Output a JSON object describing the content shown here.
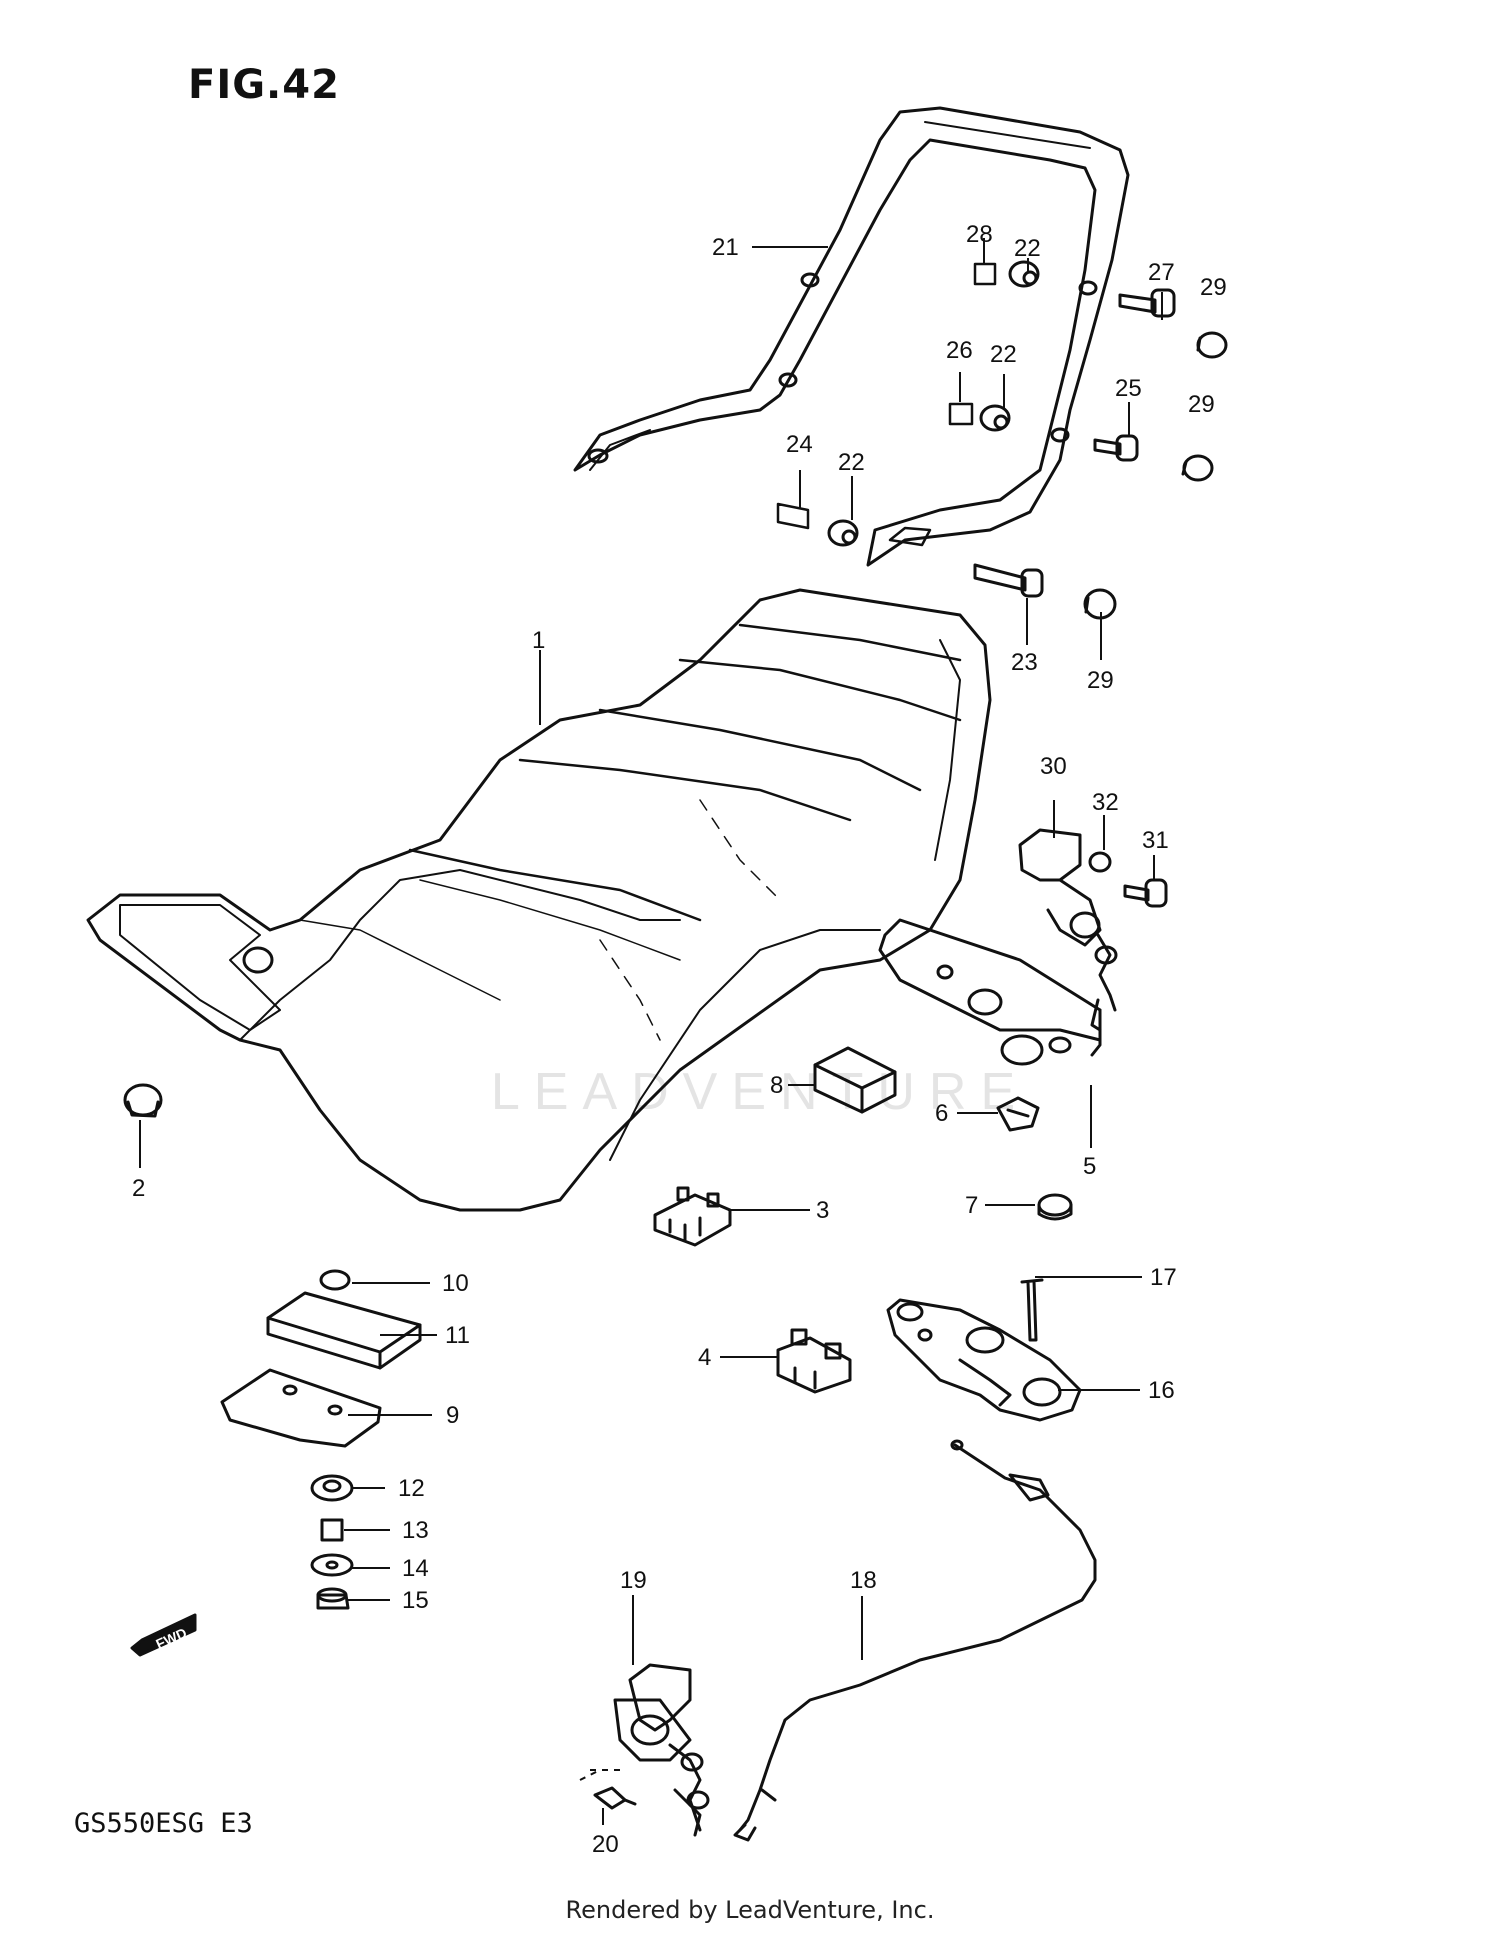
{
  "figure_title": "FIG.42",
  "model_code": "GS550ESG  E3",
  "credit": "Rendered by LeadVenture, Inc.",
  "watermark": "LEADVENTURE",
  "fwd_label": "FWD",
  "callouts": [
    "1",
    "2",
    "3",
    "4",
    "5",
    "6",
    "7",
    "8",
    "9",
    "10",
    "11",
    "12",
    "13",
    "14",
    "15",
    "16",
    "17",
    "18",
    "19",
    "20",
    "21",
    "22",
    "22",
    "22",
    "23",
    "24",
    "25",
    "26",
    "27",
    "28",
    "29",
    "29",
    "29",
    "30",
    "31",
    "32"
  ]
}
